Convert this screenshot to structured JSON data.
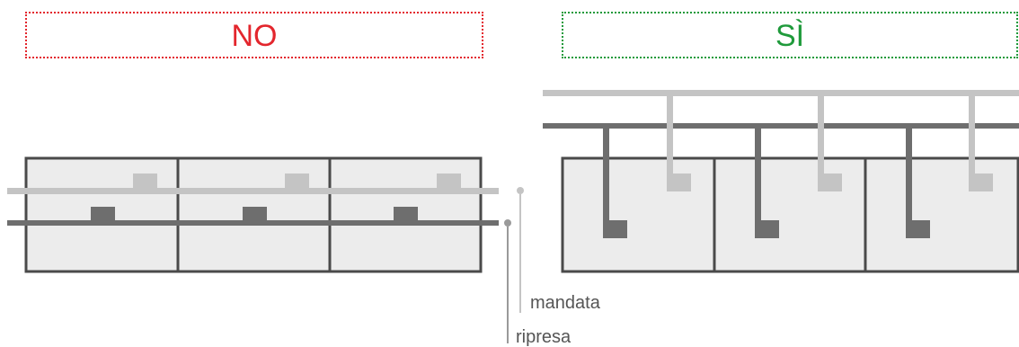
{
  "panels": {
    "incorrect": {
      "label": "NO",
      "color": "#e3262d"
    },
    "correct": {
      "label": "SÌ",
      "color": "#1f9a3b"
    }
  },
  "legend": {
    "supply_label": "mandata",
    "return_label": "ripresa"
  },
  "colors": {
    "supply_duct": "#c4c4c4",
    "return_duct": "#6e6e6e",
    "room_fill": "#ececec",
    "room_border": "#4a4a4a"
  }
}
